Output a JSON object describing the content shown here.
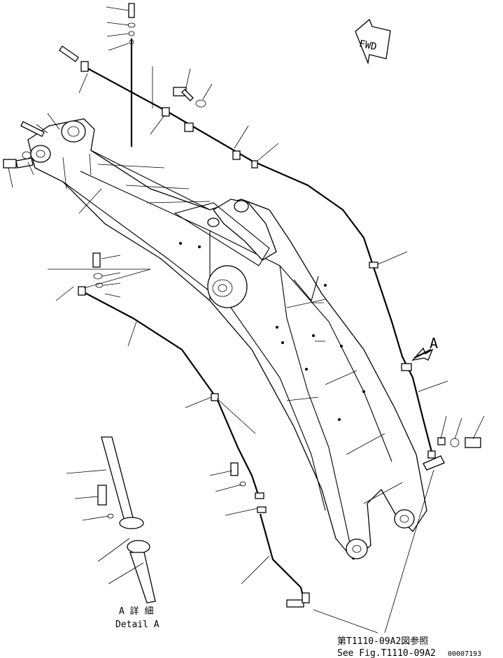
{
  "labels": {
    "fwd": "FWD",
    "view_letter": "A",
    "detail_jp": "A 詳 細",
    "detail_en": "Detail A",
    "ref_jp": "第T1110-09A2図参照",
    "ref_en": "See Fig.T1110-09A2",
    "drawing_no": "00007193"
  }
}
